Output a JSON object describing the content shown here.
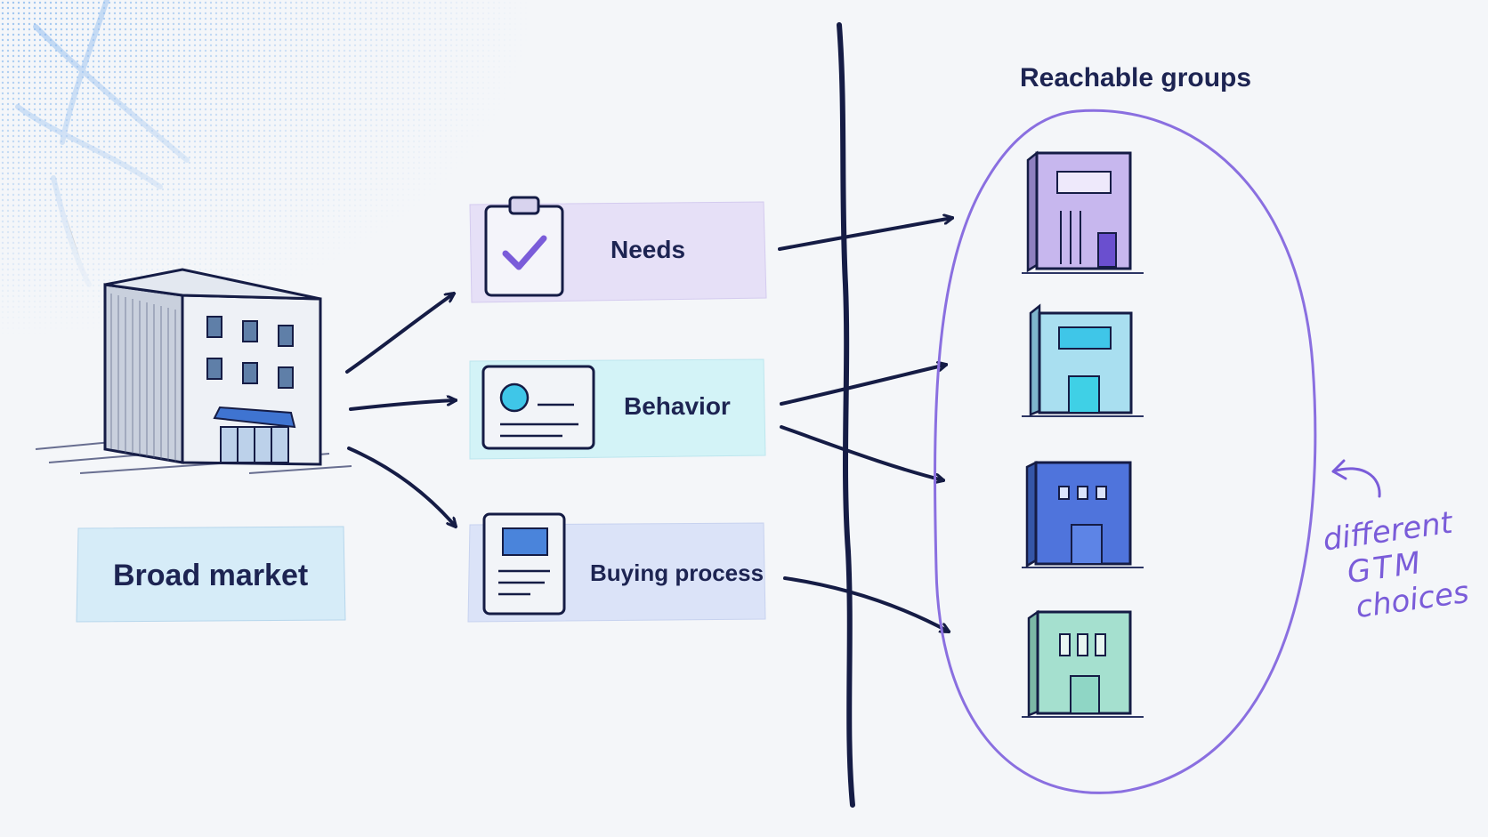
{
  "source": {
    "label": "Broad market"
  },
  "criteria": [
    {
      "label": "Needs",
      "icon": "clipboard-check-icon",
      "fill": "#e6e0f7"
    },
    {
      "label": "Behavior",
      "icon": "profile-card-icon",
      "fill": "#d3f3f7"
    },
    {
      "label": "Buying process",
      "icon": "document-icon",
      "fill": "#dbe3f8"
    }
  ],
  "targets": {
    "title": "Reachable groups",
    "groups": [
      {
        "icon": "building-icon",
        "color": "#c7b7ee"
      },
      {
        "icon": "building-icon",
        "color": "#a9dff0"
      },
      {
        "icon": "building-icon",
        "color": "#4f74dc"
      },
      {
        "icon": "building-icon",
        "color": "#a5e0cf"
      }
    ]
  },
  "annotation": {
    "lines": [
      "different",
      "GTM",
      "choices"
    ],
    "color": "#7a5cd9"
  },
  "colors": {
    "ink": "#151c45",
    "lasso": "#8a6fe0",
    "source_box": "#d6ecf8"
  }
}
